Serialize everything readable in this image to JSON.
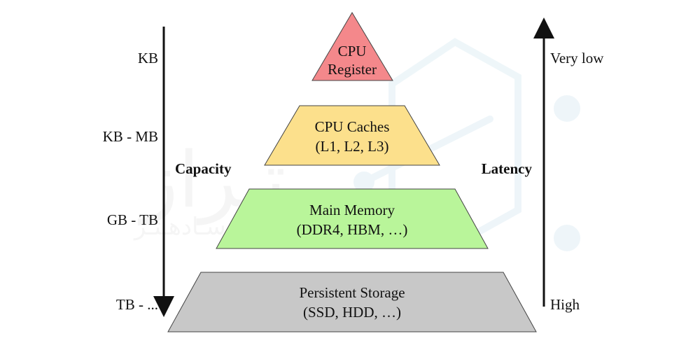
{
  "capacity_axis": {
    "title": "Capacity",
    "labels": [
      "KB",
      "KB - MB",
      "GB - TB",
      "TB - ..."
    ]
  },
  "latency_axis": {
    "title": "Latency",
    "top_label": "Very low",
    "bottom_label": "High"
  },
  "tiers": [
    {
      "line1": "CPU",
      "line2": "Register",
      "fill": "#f4888b"
    },
    {
      "line1": "CPU Caches",
      "line2": "(L1, L2, L3)",
      "fill": "#fce08c"
    },
    {
      "line1": "Main Memory",
      "line2": "(DDR4, HBM, …)",
      "fill": "#b9f59a"
    },
    {
      "line1": "Persistent Storage",
      "line2": "(SSD, HDD, …)",
      "fill": "#c8c8c8"
    }
  ],
  "watermark": {
    "text": "تـراز",
    "subtext": "برهـی سـادهـتـر"
  }
}
